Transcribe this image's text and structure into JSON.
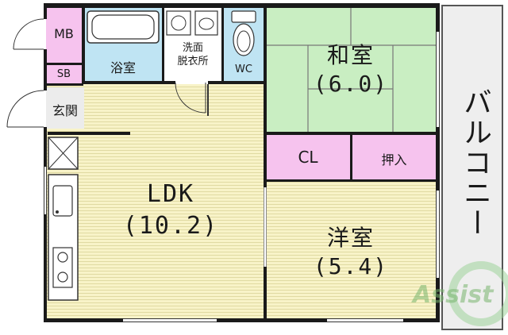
{
  "rooms": {
    "mb": "MB",
    "sb": "SB",
    "bath": "浴室",
    "washroom": "洗面\n脱衣所",
    "wc": "WC",
    "washitsu": "和室",
    "washitsu_size": "(6.0)",
    "entrance": "玄関",
    "cl": "CL",
    "oshiire": "押入",
    "ldk": "LDK",
    "ldk_size": "(10.2)",
    "yoshitsu": "洋室",
    "yoshitsu_size": "(5.4)",
    "balcony": "バルコニー"
  },
  "watermark": "Assist",
  "colors": {
    "wood": "#f8f3c8",
    "tatami": "#c9eec2",
    "storage": "#f6c3ee",
    "water": "#bfe4f3",
    "wall": "#1a1a1a"
  }
}
